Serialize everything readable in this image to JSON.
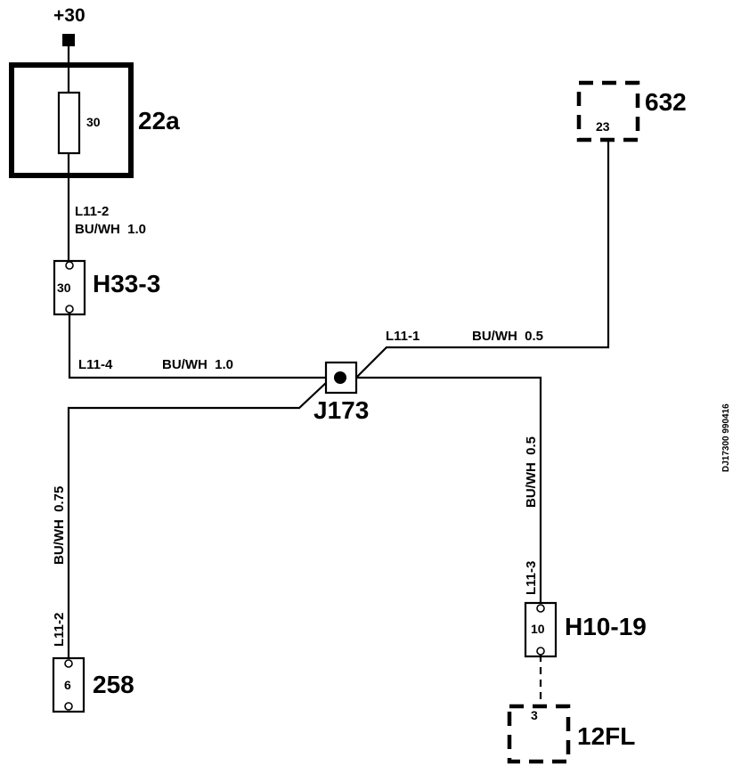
{
  "supply": {
    "label": "+30"
  },
  "fuse_22a": {
    "label": "22a",
    "pin": "30"
  },
  "connector_h33_3": {
    "label": "H33-3",
    "pin": "30"
  },
  "component_632": {
    "label": "632",
    "pin": "23"
  },
  "splice_j173": {
    "label": "J173"
  },
  "connector_258": {
    "label": "258",
    "pin": "6"
  },
  "connector_h10_19": {
    "label": "H10-19",
    "pin": "10"
  },
  "component_12fl": {
    "label": "12FL",
    "pin": "3"
  },
  "wires": {
    "w_22a_h33": {
      "id": "L11-2",
      "spec": "BU/WH  1.0"
    },
    "w_h33_j173": {
      "id": "L11-4",
      "spec": "BU/WH  1.0"
    },
    "w_632_j173": {
      "id": "L11-1",
      "spec": "BU/WH  0.5"
    },
    "w_j173_258": {
      "id": "L11-2",
      "spec": "BU/WH  0.75"
    },
    "w_j173_h10": {
      "id": "L11-3",
      "spec": "BU/WH  0.5"
    }
  },
  "drawing_ref": "DJ17300 990416"
}
